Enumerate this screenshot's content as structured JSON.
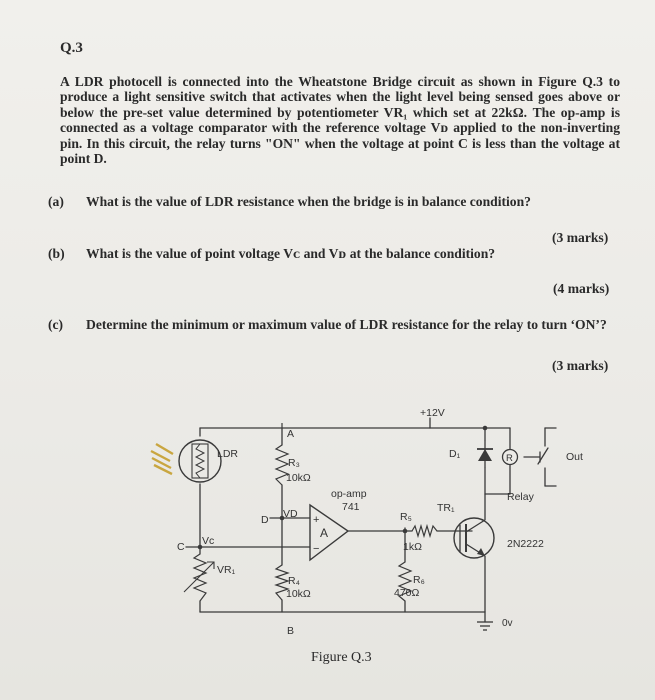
{
  "question": {
    "number": "Q.3",
    "intro": "A LDR photocell is connected into the Wheatstone Bridge circuit as shown in Figure Q.3 to produce a light sensitive switch that activates when the light level being sensed goes above or below the pre-set value determined by potentiometer VR₁ which set at 22kΩ. The op-amp is connected as a voltage comparator with the reference voltage Vᴅ applied to the non-inverting pin. In this circuit, the relay turns \"ON\" when the voltage at point C is less than the voltage at point D."
  },
  "parts": [
    {
      "label": "(a)",
      "text": "What is the value of LDR resistance when the bridge is in balance condition?",
      "marks": "(3 marks)"
    },
    {
      "label": "(b)",
      "text": "What is the value of point voltage Vᴄ and Vᴅ at the balance condition?",
      "marks": "(4 marks)"
    },
    {
      "label": "(c)",
      "text": "Determine the minimum or maximum value of LDR resistance for the relay to turn ‘ON’?",
      "marks": "(3 marks)"
    }
  ],
  "circuit": {
    "supply": "+12V",
    "ldr": "LDR",
    "node_a": "A",
    "node_b": "B",
    "node_c": "C",
    "node_d": "D",
    "vc": "Vc",
    "vd": "VD",
    "vr1": "VR₁",
    "r3_name": "R₃",
    "r3_value": "10kΩ",
    "r4_name": "R₄",
    "r4_value": "10kΩ",
    "opamp_name": "op-amp",
    "opamp_model": "741",
    "opamp_letter": "A",
    "r5_name": "R₅",
    "r5_value": "1kΩ",
    "r6_name": "R₆",
    "r6_value": "470Ω",
    "diode": "D₁",
    "relay_coil": "R",
    "relay": "Relay",
    "out": "Out",
    "transistor": "TR₁",
    "transistor_model": "2N2222",
    "ground": "0v",
    "plus": "+",
    "minus": "−"
  },
  "figure_caption": "Figure Q.3"
}
